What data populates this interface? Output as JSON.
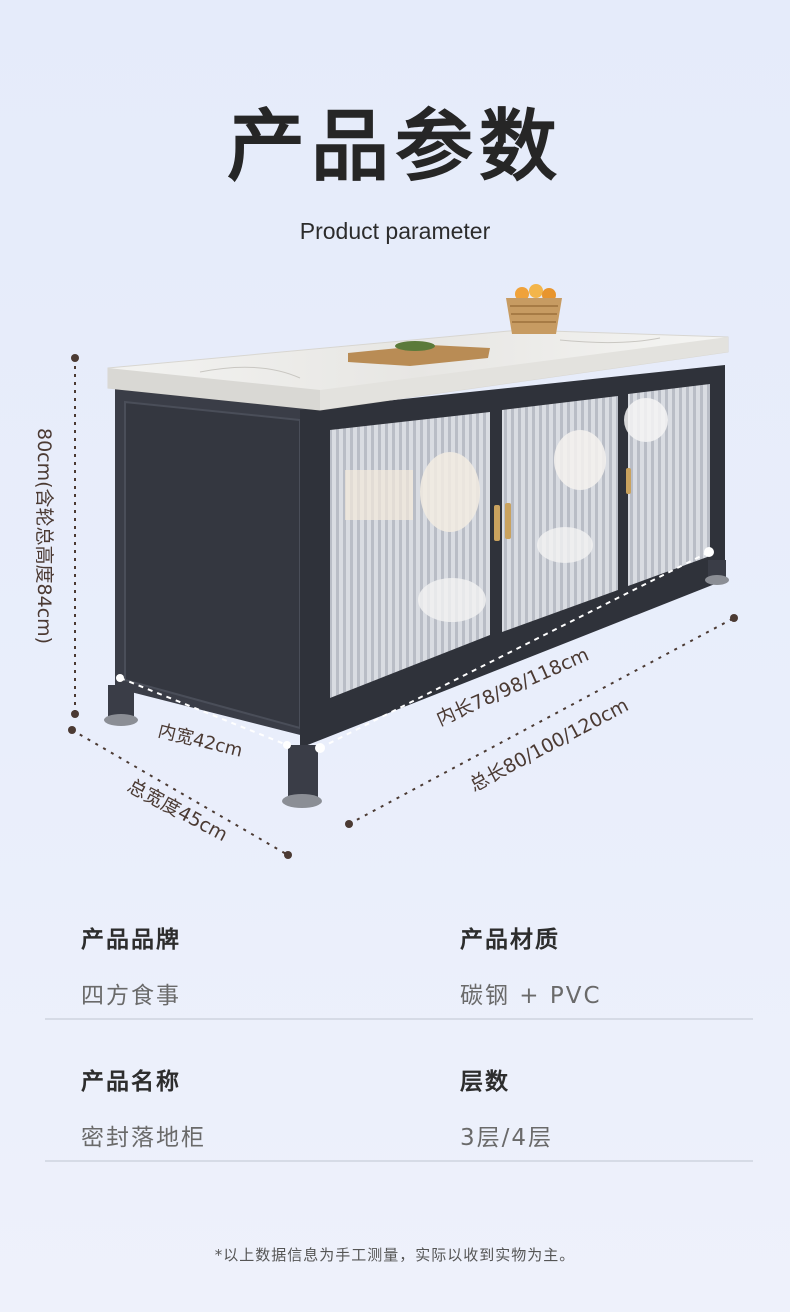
{
  "header": {
    "title": "产品参数",
    "subtitle": "Product parameter"
  },
  "dimensions": {
    "height": "80cm(含轮总高度84cm)",
    "inner_length": "内长78/98/118cm",
    "total_length": "总长80/100/120cm",
    "inner_width": "内宽42cm",
    "total_width": "总宽度45cm"
  },
  "specs": [
    {
      "label": "产品品牌",
      "value": "四方食事"
    },
    {
      "label": "产品材质",
      "value": "碳钢 + PVC"
    },
    {
      "label": "产品名称",
      "value": "密封落地柜"
    },
    {
      "label": "层数",
      "value": "3层/4层"
    }
  ],
  "footnote": "*以上数据信息为手工测量，实际以收到实物为主。",
  "colors": {
    "background": "#e7ecfa",
    "cabinet_frame": "#3a3d47",
    "countertop": "#ecebe8",
    "accent_gold": "#c9a25e",
    "dimension_line": "#4b3a33"
  }
}
